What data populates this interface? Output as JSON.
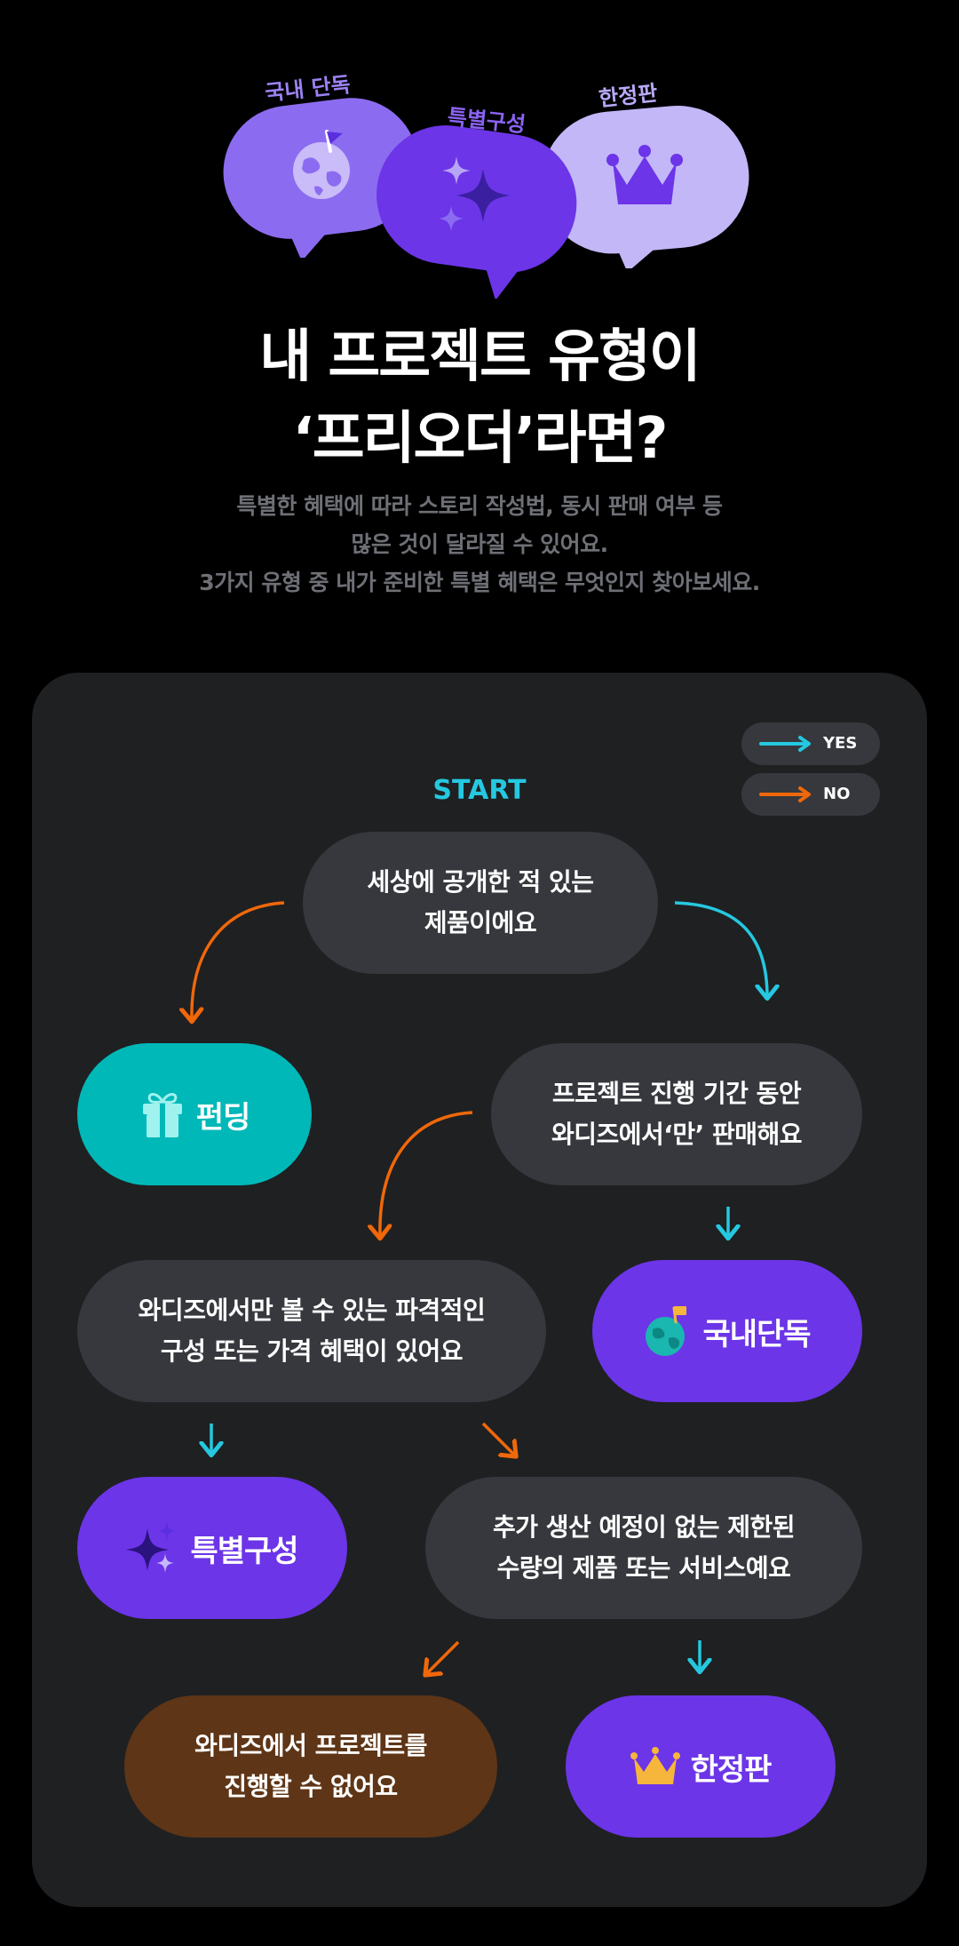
{
  "hero": {
    "tags": [
      "국내 단독",
      "특별구성",
      "한정판"
    ],
    "title_line1": "내 프로젝트 유형이",
    "title_line2": "‘프리오더’라면?",
    "subtitle_lines": [
      "특별한 혜택에 따라 스토리 작성법, 동시 판매 여부 등",
      "많은 것이 달라질 수 있어요.",
      "3가지 유형 중 내가 준비한 특별 혜택은 무엇인지 찾아보세요."
    ]
  },
  "legend": {
    "yes": "YES",
    "no": "NO",
    "yes_color": "#25c8e0",
    "no_color": "#f0680a"
  },
  "flow": {
    "start": "START",
    "q1": [
      "세상에 공개한 적 있는",
      "제품이에요"
    ],
    "q2": [
      "프로젝트 진행 기간 동안",
      "와디즈에서‘만’ 판매해요"
    ],
    "q3": [
      "와디즈에서만 볼 수 있는 파격적인",
      "구성 또는 가격 혜택이 있어요"
    ],
    "q4": [
      "추가 생산 예정이 없는 제한된",
      "수량의 제품 또는 서비스예요"
    ],
    "r_funding": "펀딩",
    "r_domestic": "국내단독",
    "r_special": "특별구성",
    "r_limited": "한정판",
    "r_none": [
      "와디즈에서 프로젝트를",
      "진행할 수 없어요"
    ]
  },
  "colors": {
    "background": "#000000",
    "panel": "#1f2022",
    "question_node": "#36383d",
    "funding": "#00b8b8",
    "purple_result": "#6c35e8",
    "none_result": "#5e3516",
    "start_text": "#25c8e0"
  },
  "icons": [
    "globe-flag-icon",
    "sparkles-icon",
    "crown-icon",
    "gift-icon"
  ]
}
